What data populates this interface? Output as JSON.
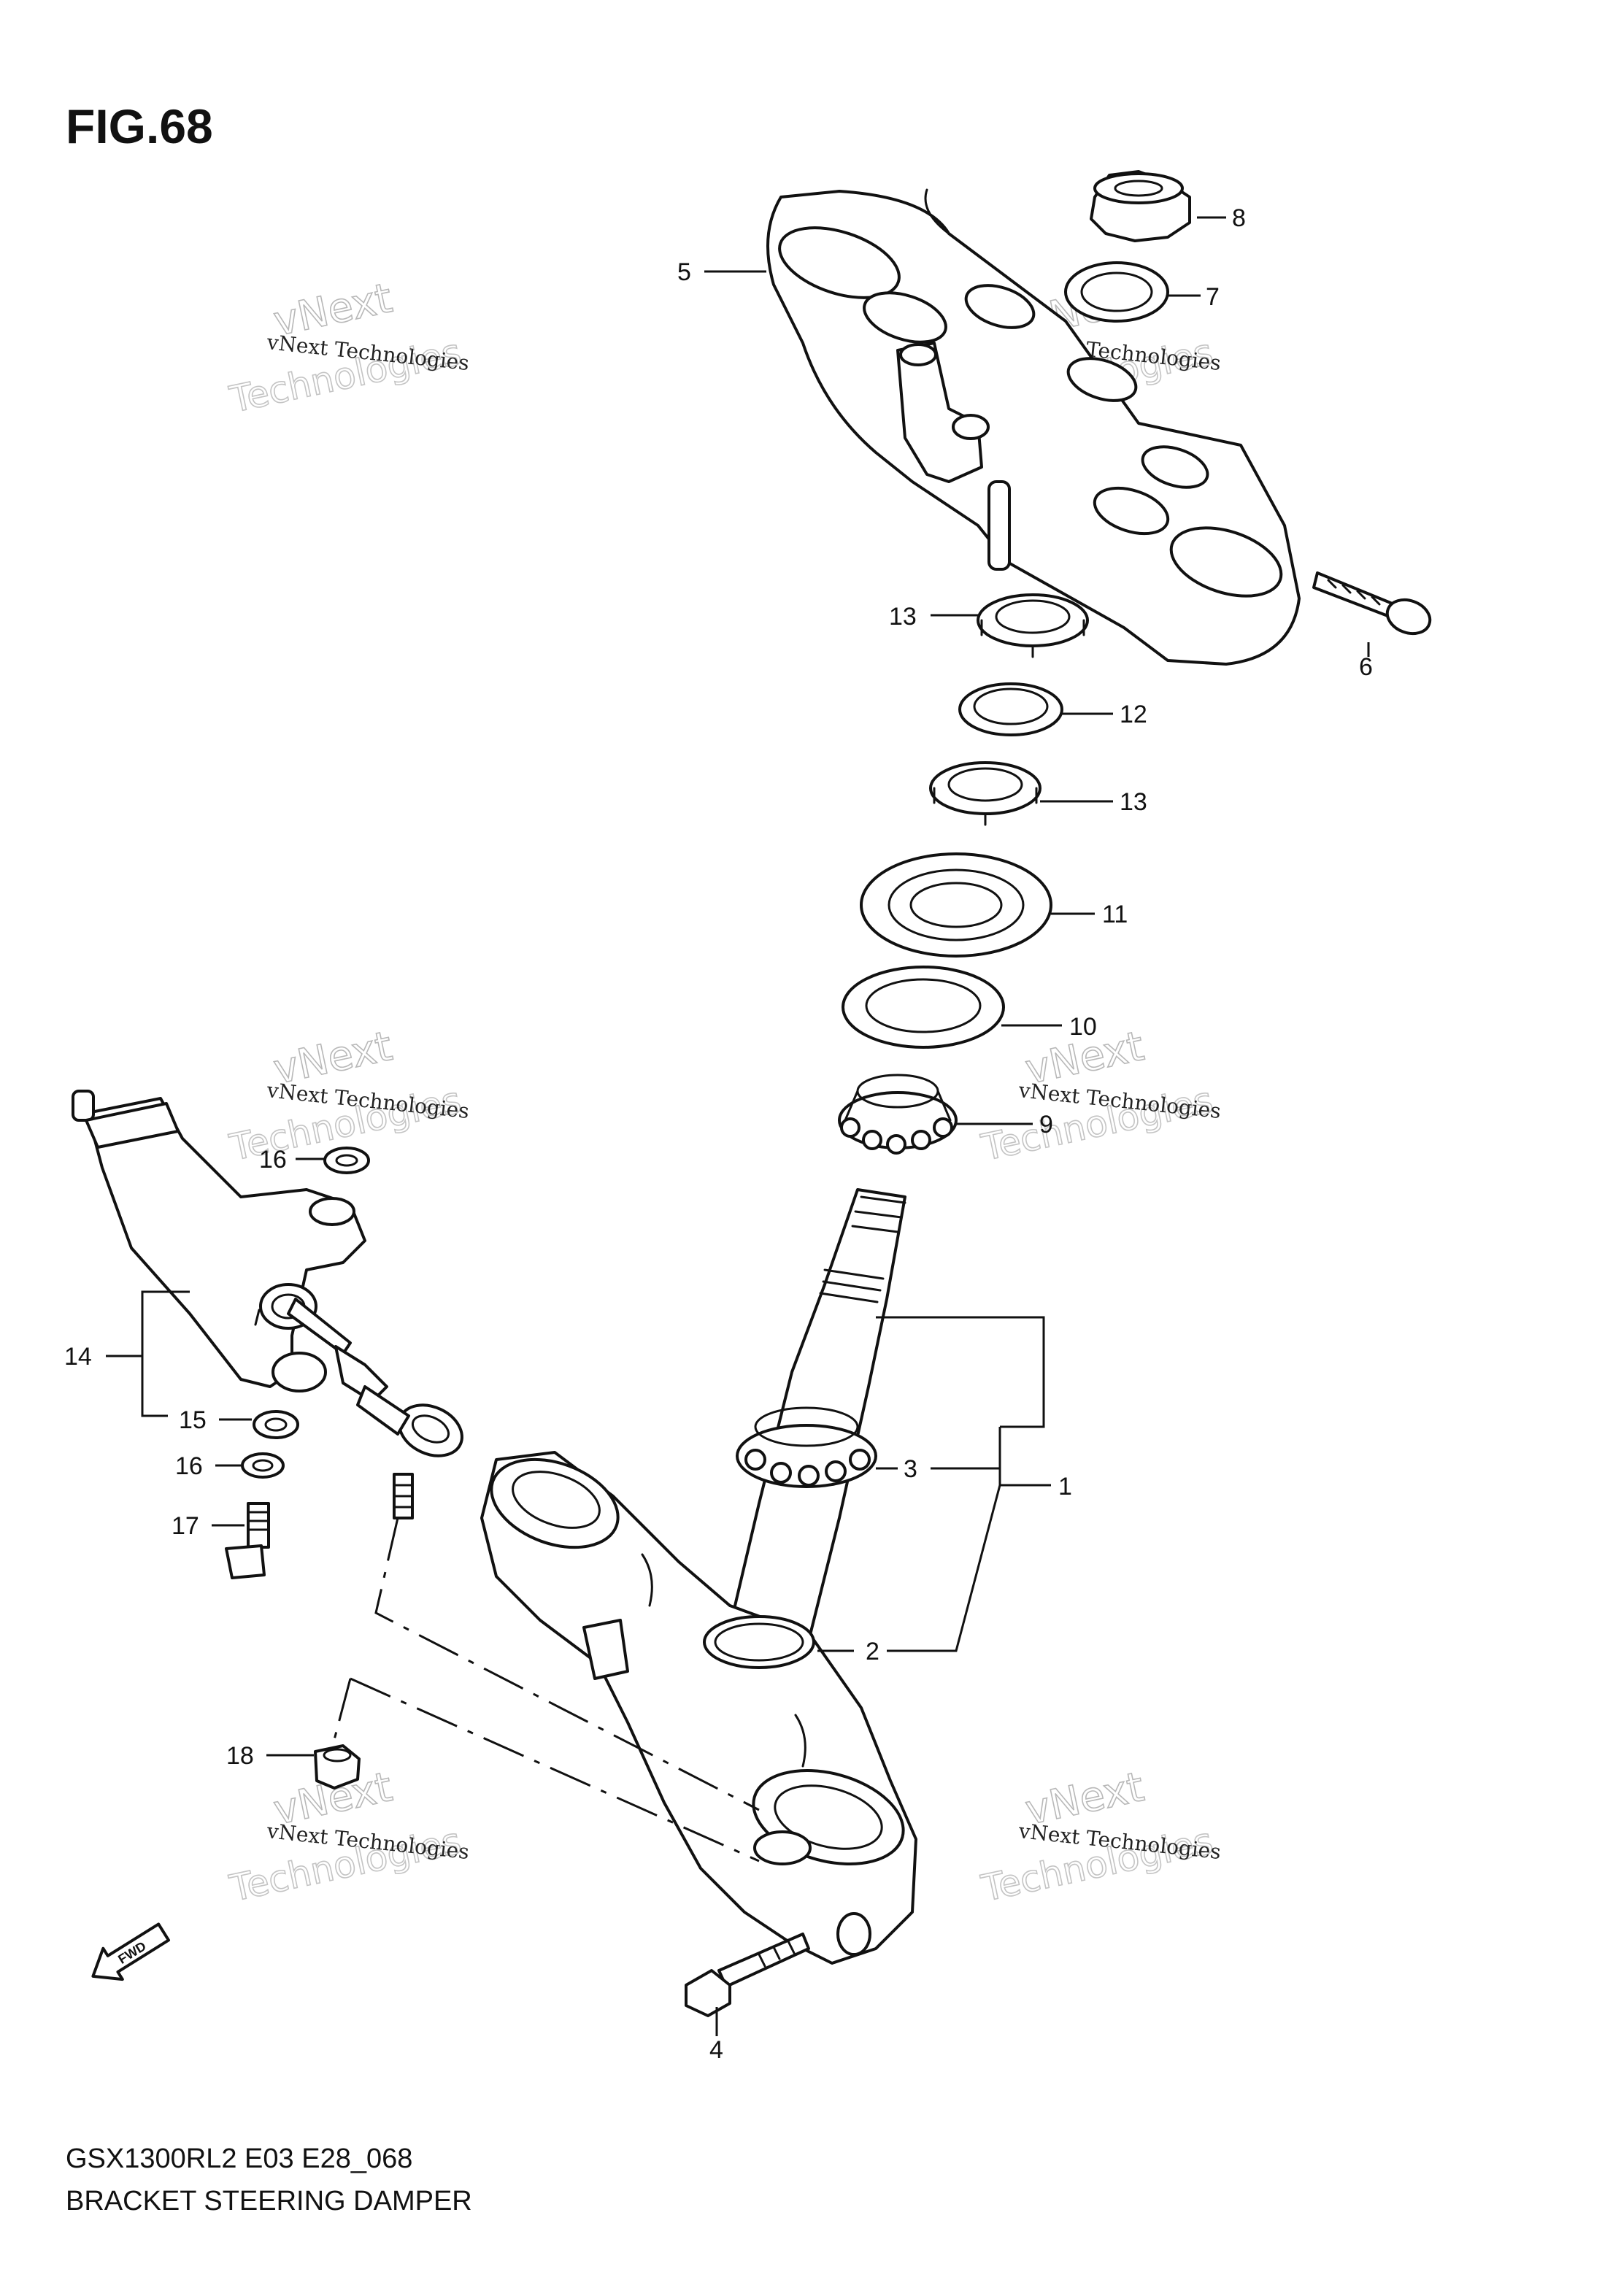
{
  "figure": {
    "title": "FIG.68"
  },
  "footer": {
    "model_code": "GSX1300RL2 E03 E28_068",
    "caption": "BRACKET STEERING DAMPER"
  },
  "watermark": {
    "line": "vNext Technologies",
    "big1": "vNext",
    "big2": "Technologies"
  },
  "fwd_arrow": {
    "label": "FWD"
  },
  "callouts": {
    "c1": "1",
    "c2": "2",
    "c3": "3",
    "c4": "4",
    "c5": "5",
    "c6": "6",
    "c7": "7",
    "c8": "8",
    "c9": "9",
    "c10": "10",
    "c11": "11",
    "c12": "12",
    "c13a": "13",
    "c13b": "13",
    "c14": "14",
    "c15": "15",
    "c16a": "16",
    "c16b": "16",
    "c17": "17",
    "c18": "18"
  }
}
